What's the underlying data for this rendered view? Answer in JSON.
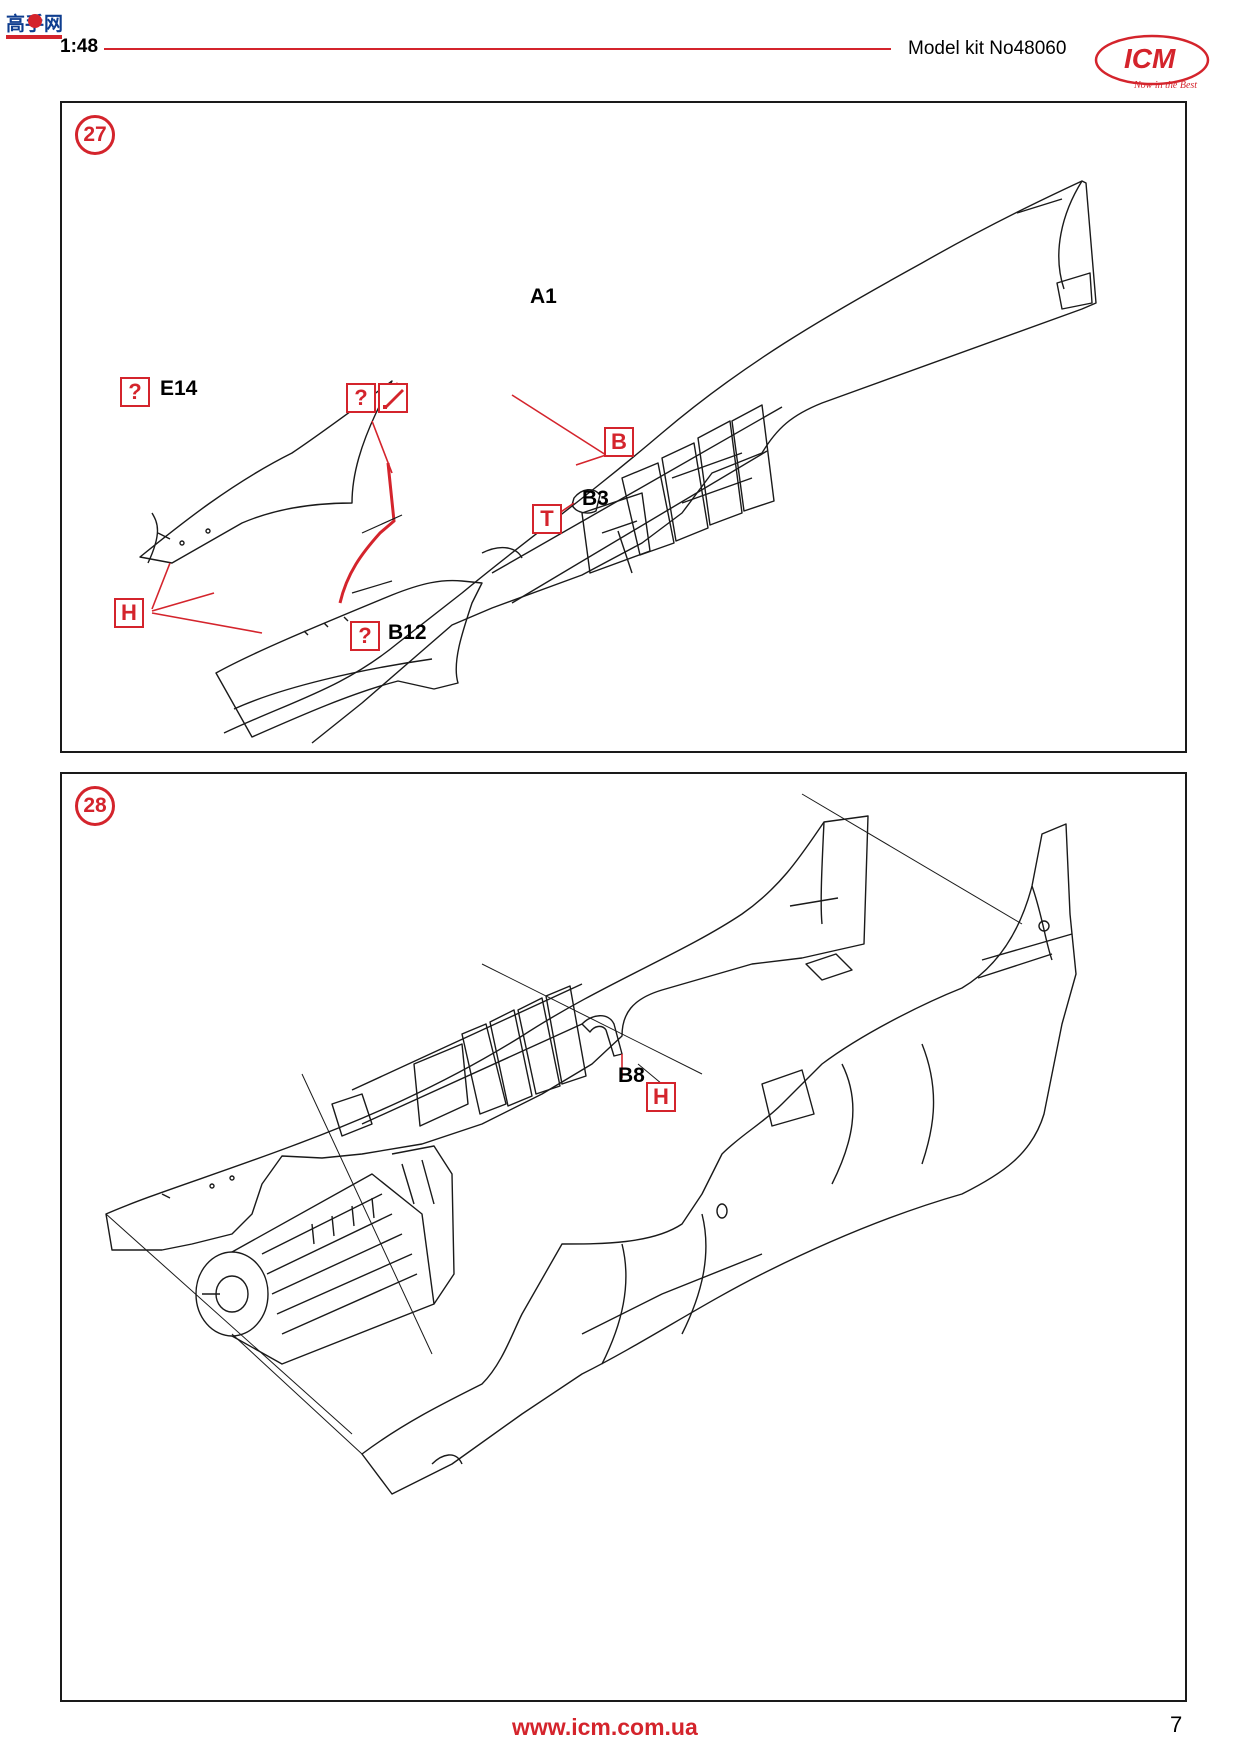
{
  "header": {
    "scale": "1:48",
    "kit_number": "Model kit No48060",
    "brand": "ICM",
    "brand_tagline": "Now in the Best",
    "watermark": "高手网"
  },
  "colors": {
    "accent": "#d4242c",
    "line": "#1a1a1a"
  },
  "step27": {
    "number": "27",
    "parts": {
      "fuselage": "A1",
      "cover": "E14",
      "bulkhead": "B3",
      "lower_panel": "B12"
    },
    "tags": {
      "unknown": "?",
      "glue": "H",
      "transparent": "T",
      "paint_ref": "B"
    }
  },
  "step28": {
    "number": "28",
    "parts": {
      "bracket": "B8"
    },
    "tags": {
      "glue": "H"
    }
  },
  "footer": {
    "url": "www.icm.com.ua",
    "page": "7"
  }
}
